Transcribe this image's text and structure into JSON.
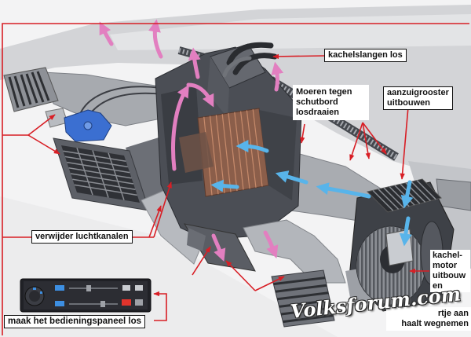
{
  "colors": {
    "callout_red": "#d81e25",
    "warm_air_pink": "#e27fc0",
    "fresh_air_blue": "#58b4ea",
    "label_background": "#ffffff",
    "label_text": "#111111"
  },
  "callouts": {
    "heater_hoses": {
      "text": "kachelslangen los"
    },
    "bulkhead_nuts": {
      "lines": [
        "Moeren tegen",
        "schutbord",
        "losdraaien"
      ]
    },
    "intake_grille": {
      "lines": [
        "aanzuigrooster",
        "uitbouwen"
      ]
    },
    "air_ducts": {
      "text": "verwijder luchtkanalen"
    },
    "heater_motor": {
      "lines": [
        "kachel-",
        "motor",
        "uitbouw",
        "en"
      ]
    },
    "control_panel": {
      "text": "maak het bedieningspaneel los"
    },
    "bottom_right_partial": {
      "lines": [
        "rtje aan",
        "haalt wegnemen"
      ]
    }
  },
  "watermark": {
    "text": "Volksforum.com"
  }
}
